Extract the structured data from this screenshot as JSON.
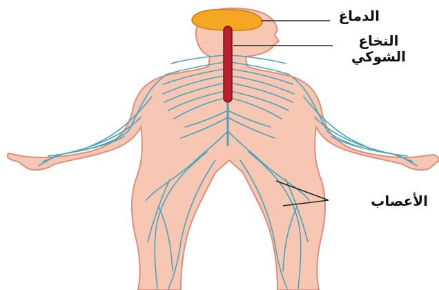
{
  "labels": {
    "brain": "الدماغ",
    "spinal_cord_line1": "النخاع",
    "spinal_cord_line2": "الشوكي",
    "nerves": "الأعصاب"
  },
  "colors": {
    "skin": "#f7c7b4",
    "skin_outline": "#d98f7c",
    "brain": "#f5a623",
    "spinal_cord": "#b8202c",
    "nerves": "#4aa3b8",
    "pointer_line": "#222222"
  }
}
